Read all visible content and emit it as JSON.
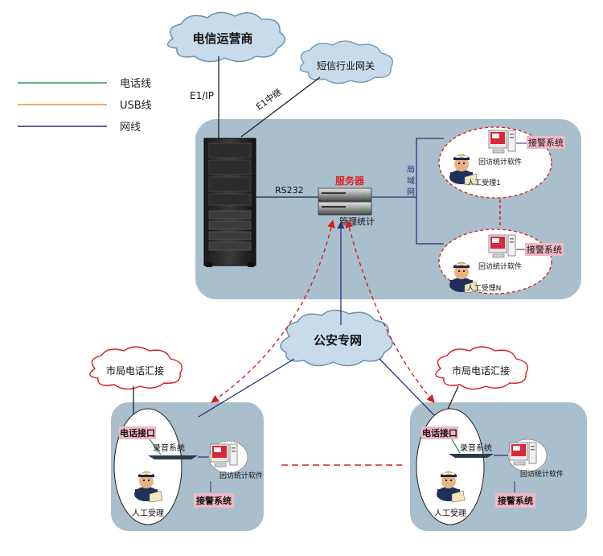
{
  "legend": [
    {
      "label": "电话线",
      "color": "#2a9a5a"
    },
    {
      "label": "USB线",
      "color": "#e8923a"
    },
    {
      "label": "网线",
      "color": "#2e2e78"
    }
  ],
  "clouds": {
    "telecom": "电信运营商",
    "sms_gateway": "短信行业网关",
    "police_net": "公安专网",
    "city_left": "市局电话汇接",
    "city_right": "市局电话汇接"
  },
  "links": {
    "e1_ip": "E1/IP",
    "e1_trunk": "E1中继",
    "rs232": "RS232",
    "lan": [
      "局",
      "域",
      "网"
    ]
  },
  "center": {
    "server": "服务器",
    "mgmt_stats": "管理统计",
    "workstations": [
      {
        "software": "回访统计软件",
        "system": "接警系统",
        "operator": "人工受理1"
      },
      {
        "software": "回访统计软件",
        "system": "接警系统",
        "operator": "人工受理N"
      }
    ]
  },
  "branches": [
    {
      "phone_if": "电话接口",
      "recording": "录音系统",
      "software": "回访统计软件",
      "operator": "人工受理",
      "system": "接警系统"
    },
    {
      "phone_if": "电话接口",
      "recording": "录音系统",
      "software": "回访统计软件",
      "operator": "人工受理",
      "system": "接警系统"
    }
  ],
  "colors": {
    "panel": "#a9bfcc",
    "cloud_fill": "#c8dbea",
    "cloud_stroke": "#6f8fb0",
    "tag_fill": "#f2b8c4",
    "dash_red": "#d22020",
    "net_line": "#2e2e78",
    "server_label": "#e0202a"
  }
}
